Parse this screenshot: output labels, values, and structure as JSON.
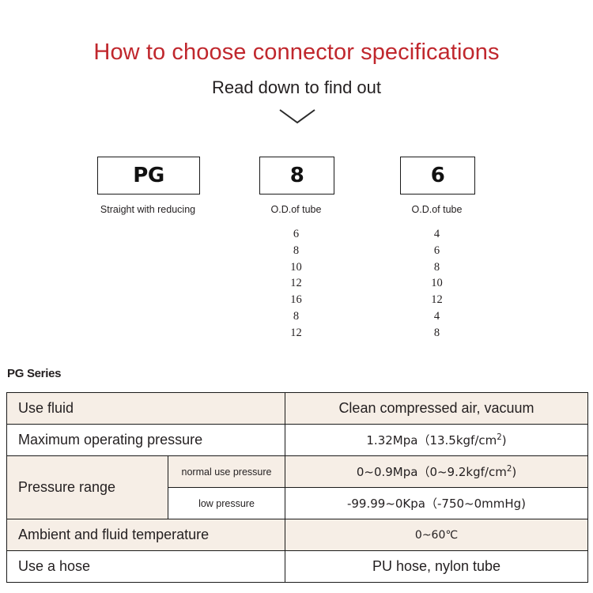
{
  "header": {
    "title": "How to choose connector specifications",
    "subtitle": "Read down to find out",
    "title_color": "#c0272d",
    "arrow_icon": "chevron-down-icon"
  },
  "selector": {
    "boxes": [
      {
        "value": "PG",
        "label": "Straight with reducing"
      },
      {
        "value": "8",
        "label": "O.D.of tube"
      },
      {
        "value": "6",
        "label": "O.D.of  tube"
      }
    ],
    "option_columns": [
      {
        "for": "8",
        "values": [
          "6",
          "8",
          "10",
          "12",
          "16",
          "8",
          "12"
        ]
      },
      {
        "for": "6",
        "values": [
          "4",
          "6",
          "8",
          "10",
          "12",
          "4",
          "8"
        ]
      }
    ]
  },
  "spec": {
    "caption": "PG Series",
    "row_beige_color": "#f6eee6",
    "rows": [
      {
        "label": "Use fluid",
        "sub": "",
        "value": "Clean compressed air, vacuum",
        "shade": "beige"
      },
      {
        "label": "Maximum operating pressure",
        "sub": "",
        "value": "1.32Mpa（13.5kgf/cm2)",
        "value_main": "1.32Mpa（13.5kgf/cm",
        "value_sup": "2",
        "value_tail": ")",
        "shade": "white"
      },
      {
        "label": "Pressure range",
        "sub": "normal use pressure",
        "value": "0~0.9Mpa（0~9.2kgf/cm2)",
        "value_main": "0~0.9Mpa（0~9.2kgf/cm",
        "value_sup": "2",
        "value_tail": ")",
        "shade": "beige"
      },
      {
        "label": "",
        "sub": "low pressure",
        "value": "-99.99~0Kpa（-750~0mmHg)",
        "shade": "white"
      },
      {
        "label": "Ambient and fluid temperature",
        "sub": "",
        "value": "0~60℃",
        "shade": "beige"
      },
      {
        "label": "Use a hose",
        "sub": "",
        "value": "PU hose, nylon tube",
        "shade": "white"
      }
    ]
  }
}
